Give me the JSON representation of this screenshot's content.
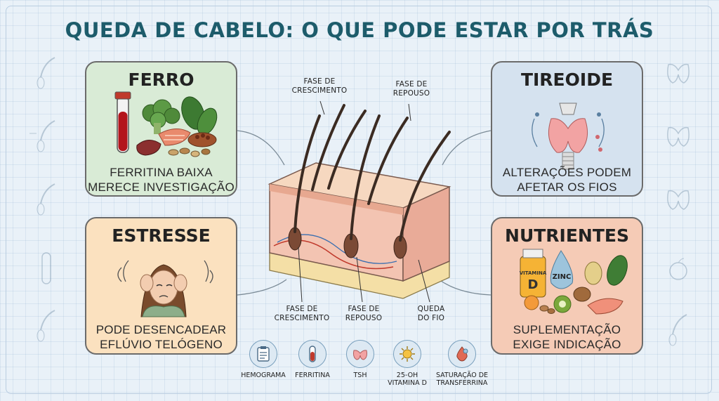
{
  "title": "QUEDA DE CABELO: O QUE PODE ESTAR POR TRÁS",
  "cards": {
    "ferro": {
      "title": "FERRO",
      "text_line1": "FERRITINA BAIXA",
      "text_line2": "MERECE INVESTIGAÇÃO"
    },
    "estresse": {
      "title": "ESTRESSE",
      "text_line1": "PODE DESENCADEAR",
      "text_line2": "EFLÚVIO TELÓGENO"
    },
    "tireoide": {
      "title": "TIREOIDE",
      "text_line1": "ALTERAÇÕES PODEM",
      "text_line2": "AFETAR OS FIOS"
    },
    "nutrientes": {
      "title": "NUTRIENTES",
      "text_line1": "SUPLEMENTAÇÃO",
      "text_line2": "EXIGE INDICAÇÃO",
      "vitamin_label": "VITAMINA",
      "vitamin_letter": "D",
      "zinc_label": "ZINC"
    }
  },
  "hair_labels": {
    "top_growth_1": "FASE DE",
    "top_growth_2": "CRESCIMENTO",
    "top_rest_1": "FASE DE",
    "top_rest_2": "REPOUSO",
    "bottom_growth_1": "FASE DE",
    "bottom_growth_2": "CRESCIMENTO",
    "bottom_rest_1": "FASE DE",
    "bottom_rest_2": "REPOUSO",
    "bottom_fall_1": "QUEDA",
    "bottom_fall_2": "DO FIO"
  },
  "exams": [
    {
      "line1": "HEMOGRAMA",
      "line2": "",
      "icon": "clipboard-icon"
    },
    {
      "line1": "FERRITINA",
      "line2": "",
      "icon": "test-tube-icon"
    },
    {
      "line1": "TSH",
      "line2": "",
      "icon": "thyroid-icon"
    },
    {
      "line1": "25-OH",
      "line2": "VITAMINA D",
      "icon": "sun-icon"
    },
    {
      "line1": "SATURAÇÃO DE",
      "line2": "TRANSFERRINA",
      "icon": "drop-icon"
    }
  ],
  "colors": {
    "title": "#1d5c6b",
    "ferro_bg": "#d9ebd6",
    "estresse_bg": "#fbe1bf",
    "tireoide_bg": "#d5e2ef",
    "nutrientes_bg": "#f5cbb6"
  }
}
